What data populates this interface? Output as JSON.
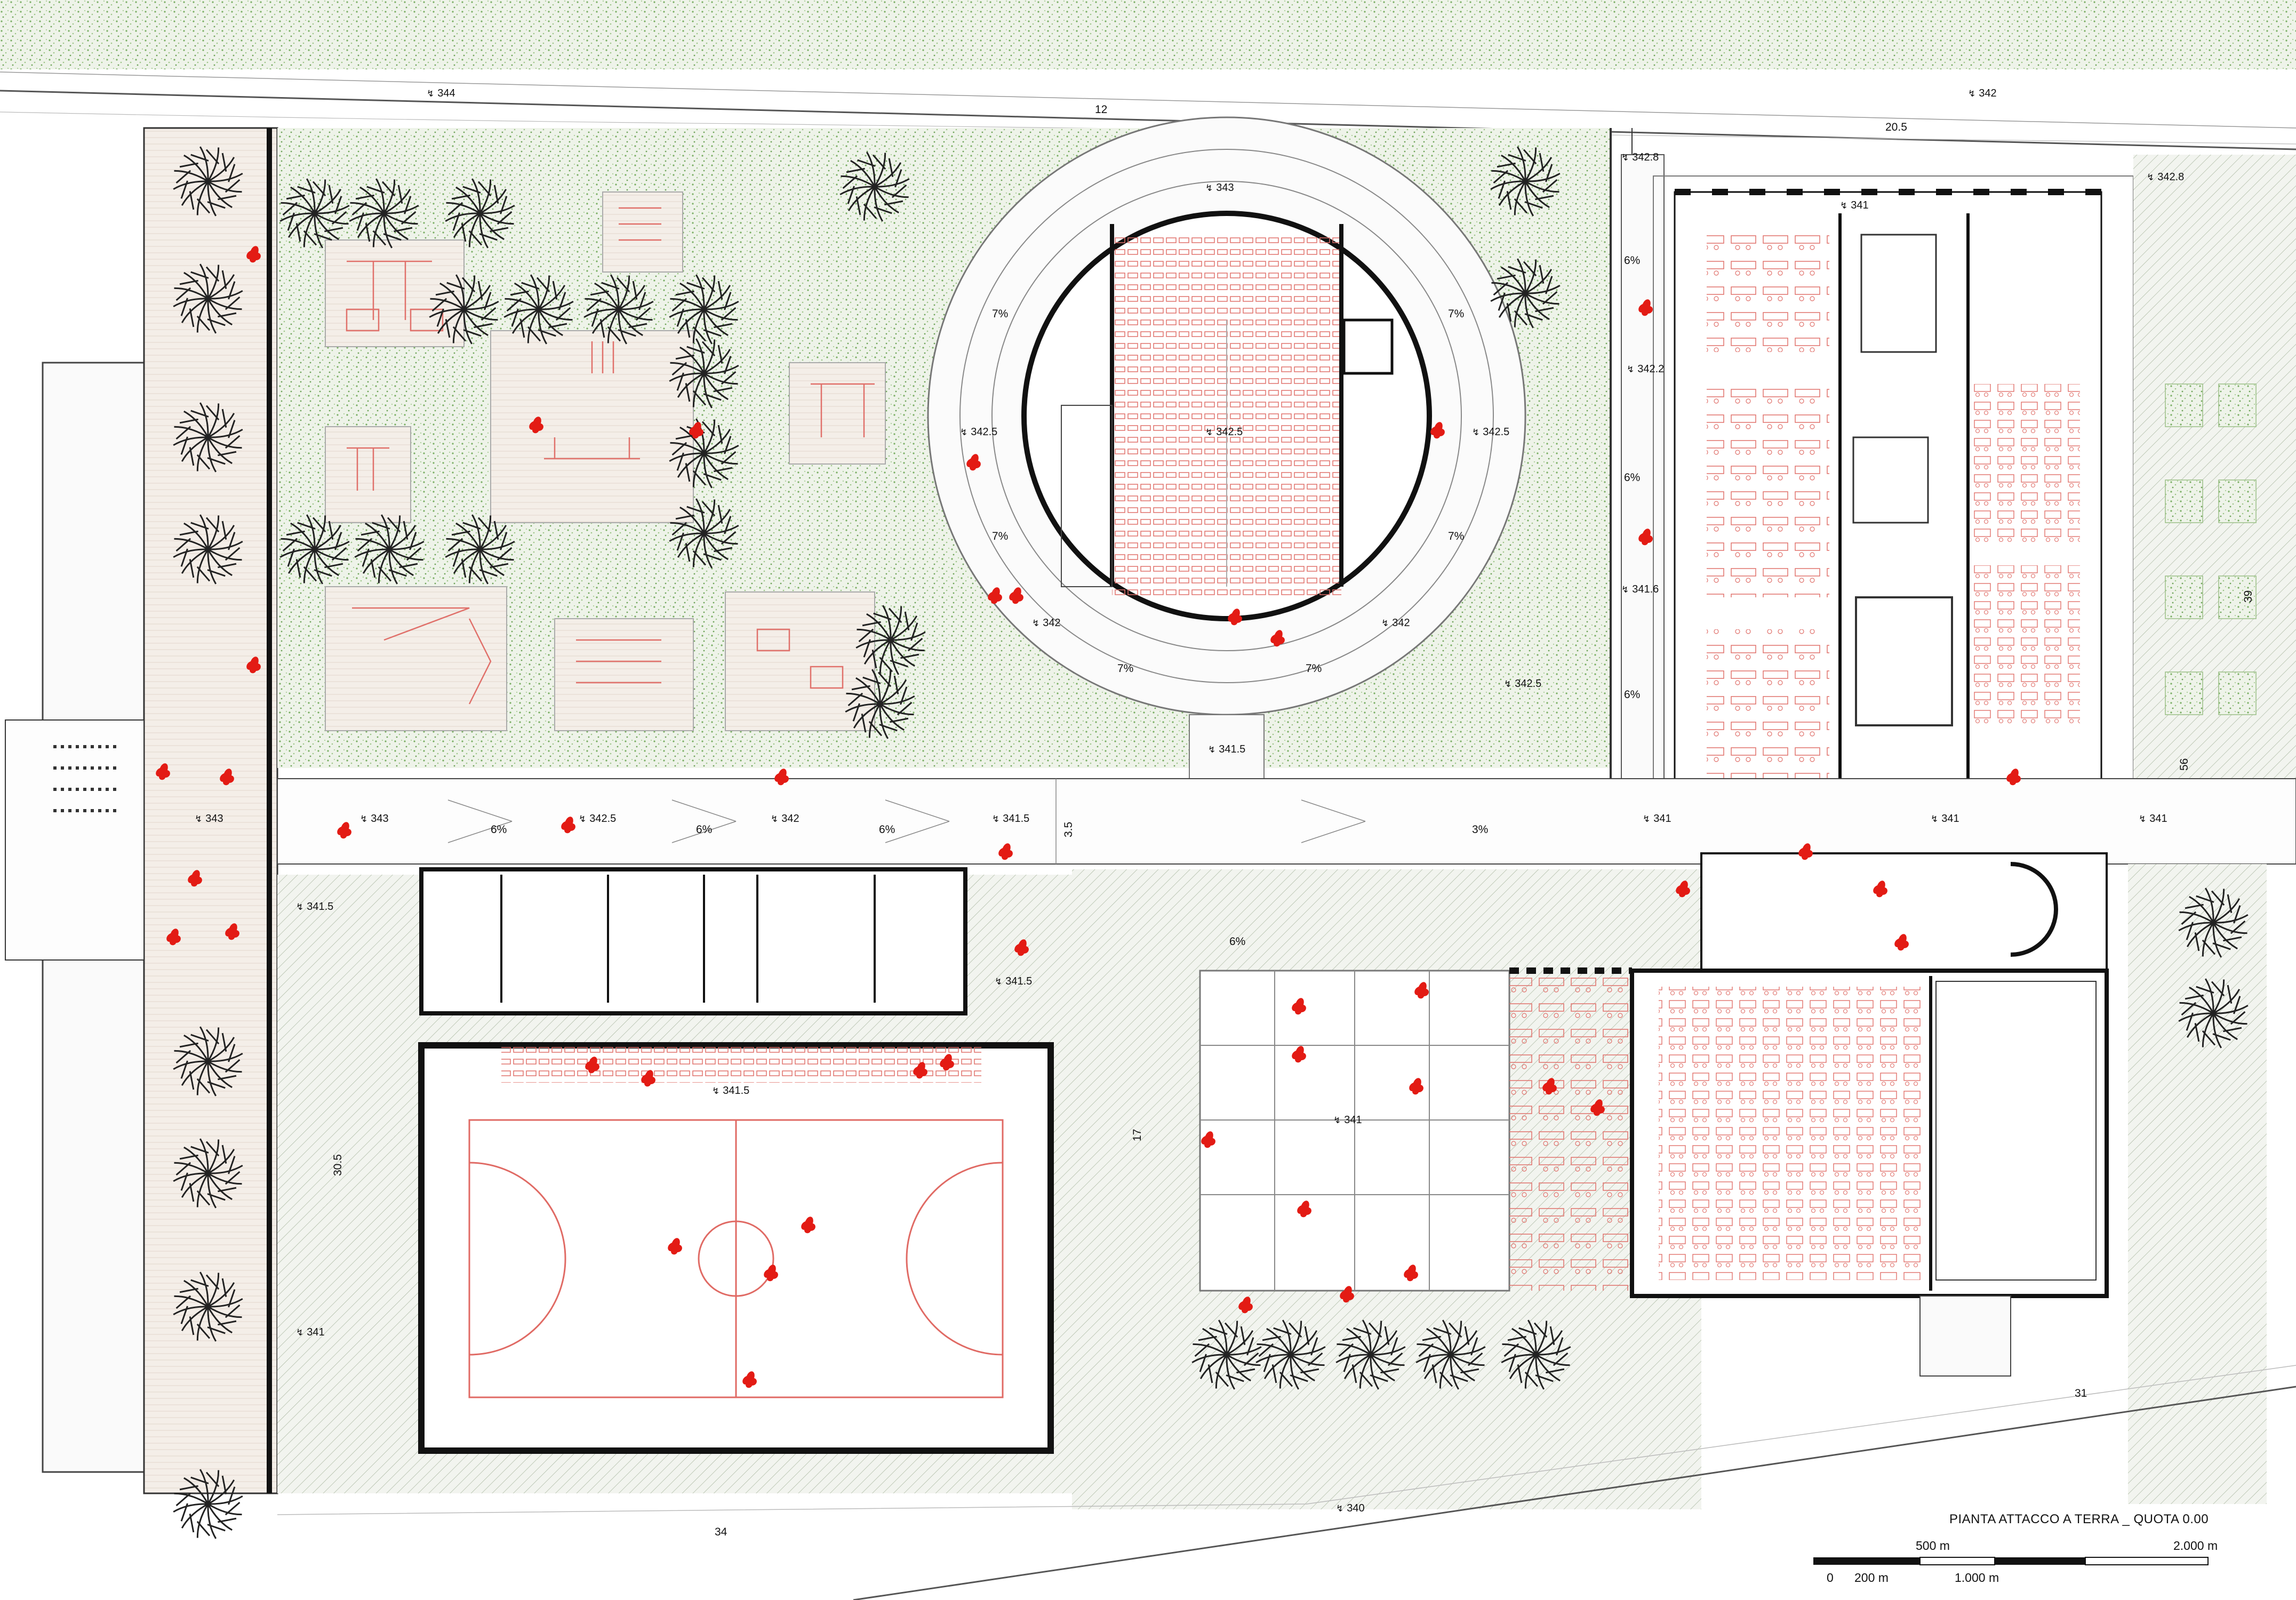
{
  "drawing": {
    "title": "PIANTA ATTACCO A TERRA _ QUOTA 0.00",
    "scale_bar": {
      "top_labels": [
        "500 m",
        "2.000 m"
      ],
      "bottom_labels": [
        "0",
        "200 m",
        "1.000 m"
      ]
    }
  },
  "elevations": {
    "e_344": "344",
    "e_342_top": "342",
    "e_343_arena": "343",
    "e_342_8_a": "342.8",
    "e_342_8_b": "342.8",
    "e_341_school": "341",
    "e_342_2": "342.2",
    "e_342_5_left": "342.5",
    "e_342_5_center": "342.5",
    "e_342_5_right": "342.5",
    "e_341_6": "341.6",
    "e_342_ring_left": "342",
    "e_342_ring_right": "342",
    "e_342_5_lawn": "342.5",
    "e_341_5_gate": "341.5",
    "e_343_street": "343",
    "e_343_walk": "343",
    "e_342_5_walk": "342.5",
    "e_342_walk": "342",
    "e_341_5_walk": "341.5",
    "e_341_walk_a": "341",
    "e_341_walk_b": "341",
    "e_341_walk_c": "341",
    "e_341_5_west": "341.5",
    "e_341_5_east": "341.5",
    "e_341_5_gym": "341.5",
    "e_341_covered": "341",
    "e_341_west_lower": "341",
    "e_340": "340"
  },
  "slopes": {
    "s1": "7%",
    "s2": "7%",
    "s3": "7%",
    "s4": "7%",
    "s5": "7%",
    "s6": "7%",
    "s7": "6%",
    "s8": "6%",
    "s9": "6%",
    "s10": "6%",
    "s11": "6%",
    "s12": "6%",
    "s13": "3%",
    "s14": "6%"
  },
  "dimensions": {
    "d_12": "12",
    "d_20_5": "20.5",
    "d_39": "39",
    "d_56": "56",
    "d_3_5": "3.5",
    "d_30_5": "30.5",
    "d_17": "17",
    "d_31": "31",
    "d_34": "34"
  },
  "colors": {
    "lawn": "#e9efe3",
    "hatch": "#7fb36a",
    "wall": "#111111",
    "line": "#6d6d6d",
    "furniture": "#e0706a",
    "people": "#e31b14",
    "court": "#e06a64"
  }
}
